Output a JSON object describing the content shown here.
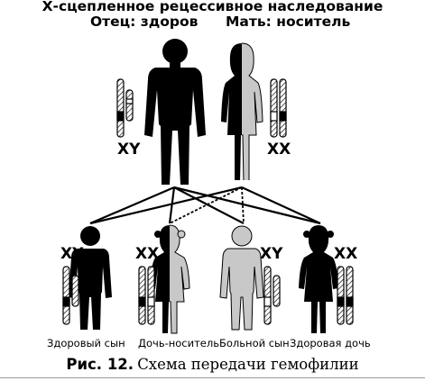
{
  "title": "Х-сцепленное рецессивное наследование",
  "parents": {
    "father_label": "Отец: здоров",
    "mother_label": "Мать: носитель",
    "father_genotype": "XY",
    "mother_genotype": "XX"
  },
  "children": [
    {
      "genotype": "XY",
      "caption": "Здоровый сын"
    },
    {
      "genotype": "XX",
      "caption": "Дочь-носитель"
    },
    {
      "genotype": "XY",
      "caption": "Больной сын"
    },
    {
      "genotype": "XX",
      "caption": "Здоровая дочь"
    }
  ],
  "figure_caption": {
    "number": "Рис. 12.",
    "text": "Схема передачи гемофилии"
  },
  "colors": {
    "healthy": "#000000",
    "affected": "#c8c8c8",
    "carrier_split": "black/gray"
  }
}
